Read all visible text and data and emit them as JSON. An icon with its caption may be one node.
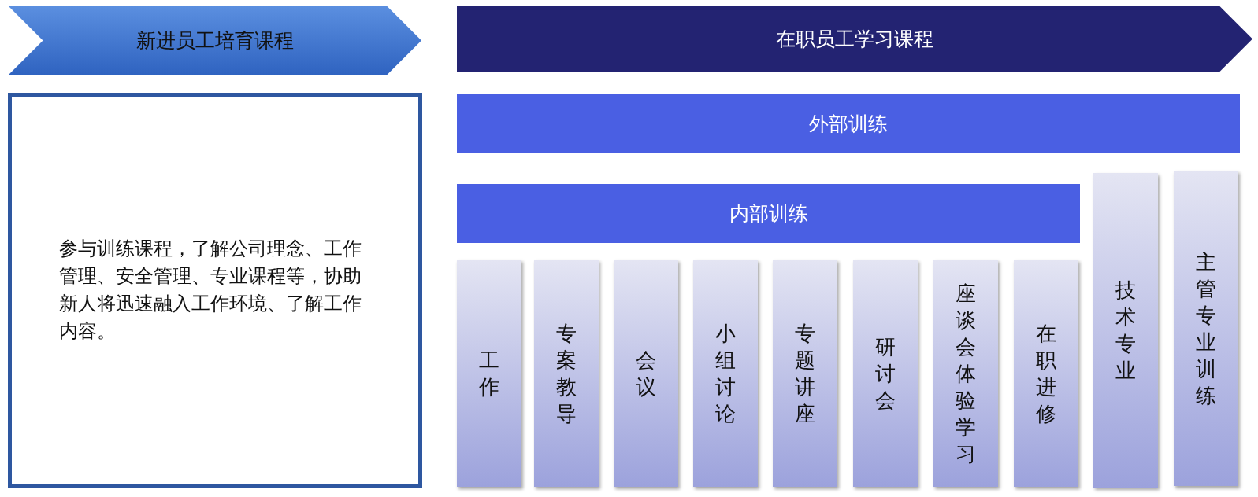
{
  "diagram": {
    "nodes": [
      {
        "text": [
          "新进员工培育课程"
        ]
      },
      {
        "text": [
          "参与训练课程，了解公司理念、工作管理、安全管理、专业课程等，协助新人将迅速融入工作环境、了解工作内容。"
        ]
      },
      {
        "text": [
          "在职员工学习课程"
        ]
      },
      {
        "text": [
          "外部训练"
        ]
      },
      {
        "text": [
          "内部训练"
        ]
      },
      {
        "text": [
          "工作"
        ]
      },
      {
        "text": [
          "专案教导"
        ]
      },
      {
        "text": [
          "会议"
        ]
      },
      {
        "text": [
          "小组讨论"
        ]
      },
      {
        "text": [
          "专题讲座"
        ]
      },
      {
        "text": [
          "研讨会"
        ]
      },
      {
        "text": [
          "座谈会体验学习"
        ]
      },
      {
        "text": [
          "在职进修"
        ]
      },
      {
        "text": [
          "技术专业"
        ]
      },
      {
        "text": [
          "主管专业训练"
        ]
      }
    ]
  }
}
